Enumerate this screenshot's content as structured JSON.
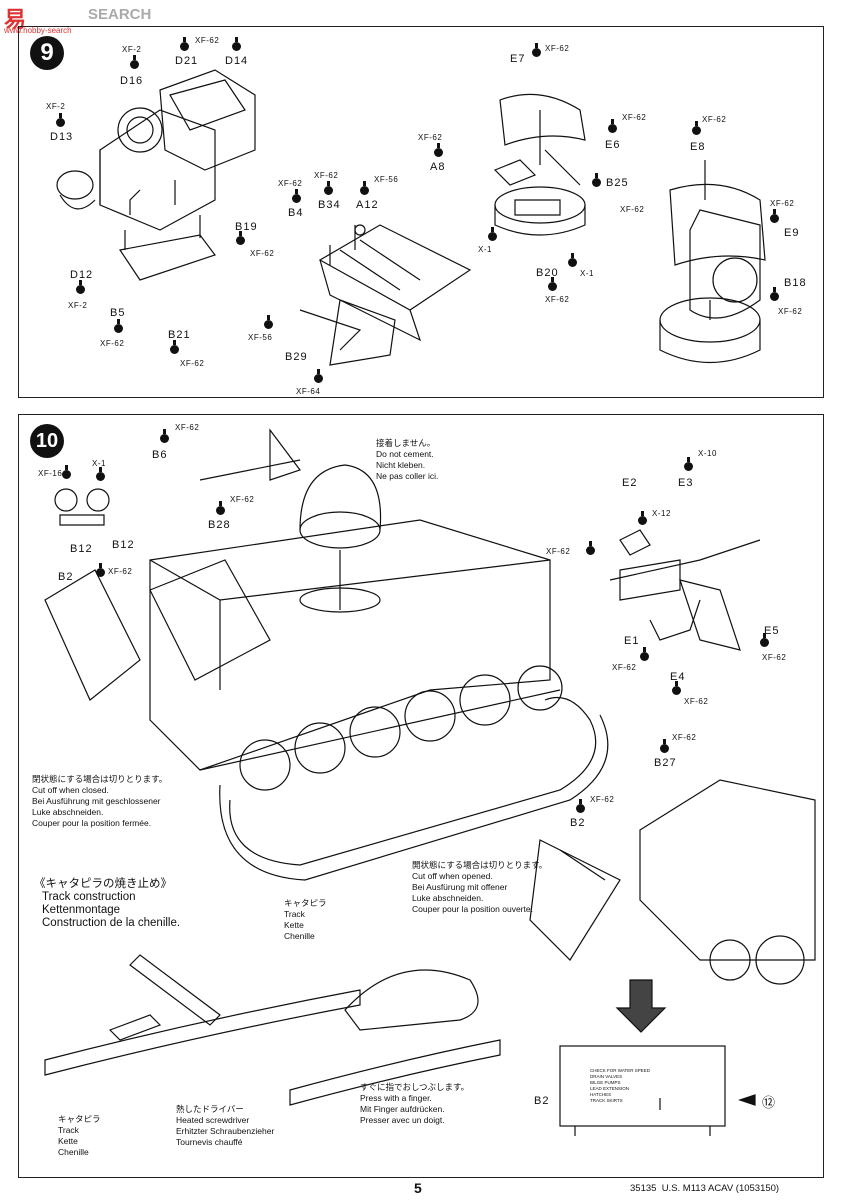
{
  "header": {
    "watermark_logo": "易",
    "watermark_domain": "www.hobby-search",
    "watermark_text": "SEARCH"
  },
  "step9": {
    "number": "9",
    "labels": [
      {
        "name": "D16",
        "paint": "XF-2"
      },
      {
        "name": "D21",
        "paint": "XF-62"
      },
      {
        "name": "D14",
        "paint": ""
      },
      {
        "name": "D13",
        "paint": "XF-2"
      },
      {
        "name": "B19",
        "paint": "XF-62"
      },
      {
        "name": "D12",
        "paint": "XF-2"
      },
      {
        "name": "B5",
        "paint": "XF-62"
      },
      {
        "name": "B21",
        "paint": "XF-62"
      },
      {
        "name": "B4",
        "paint": "XF-62"
      },
      {
        "name": "B34",
        "paint": "XF-62"
      },
      {
        "name": "A12",
        "paint": "XF-56"
      },
      {
        "name": "B29",
        "paint": "XF-64"
      },
      {
        "name": "E7",
        "paint": "XF-62"
      },
      {
        "name": "A8",
        "paint": "XF-62"
      },
      {
        "name": "E6",
        "paint": "XF-62"
      },
      {
        "name": "B25",
        "paint": "XF-62"
      },
      {
        "name": "B20",
        "paint": "XF-62"
      },
      {
        "name": "E8",
        "paint": "XF-62"
      },
      {
        "name": "E9",
        "paint": "XF-62"
      },
      {
        "name": "B18",
        "paint": "XF-62"
      }
    ],
    "extra_paint": [
      "XF-56",
      "X-1",
      "X-1"
    ]
  },
  "step10": {
    "number": "10",
    "do_not_cement": [
      "接着しません。",
      "Do not cement.",
      "Nicht kleben.",
      "Ne pas coller ici."
    ],
    "closed_note": [
      "閉状態にする場合は切りとります。",
      "Cut off when closed.",
      "Bei Ausführung mit geschlossener",
      "Luke abschneiden.",
      "Couper pour la position fermée."
    ],
    "opened_note": [
      "開状態にする場合は切りとります。",
      "Cut off when opened.",
      "Bei Ausfürung mit offener",
      "Luke abschneiden.",
      "Couper pour la position ouverte."
    ],
    "track_title": [
      "《キャタピラの焼き止め》",
      "Track construction",
      "Kettenmontage",
      "Construction de la chenille."
    ],
    "track_label": [
      "キャタピラ",
      "Track",
      "Kette",
      "Chenille"
    ],
    "screwdriver": [
      "熱したドライバー",
      "Heated screwdriver",
      "Erhitzter Schraubenzieher",
      "Tournevis chauffé"
    ],
    "finger": [
      "すぐに指でおしつぶします。",
      "Press with a finger.",
      "Mit Finger aufdrücken.",
      "Presser avec un doigt."
    ],
    "parts": {
      "B12a": "B12",
      "paint_xf16": "XF-16",
      "paint_x1": "X-1",
      "B6": "B6",
      "B6_paint": "XF-62",
      "B28": "B28",
      "B28_paint": "XF-62",
      "B12b": "B12",
      "B12b_paint": "XF-62",
      "B2": "B2",
      "E2": "E2",
      "E3": "E3",
      "E3_paint": "X-10",
      "E2_paint": "X-12",
      "gun_paint": "XF-62",
      "E1": "E1",
      "E1_paint": "XF-62",
      "E5": "E5",
      "E5_paint": "XF-62",
      "E4": "E4",
      "E4_paint": "XF-62",
      "B27": "B27",
      "B27_paint": "XF-62",
      "B2b": "B2",
      "B2b_paint": "XF-62",
      "B2c": "B2",
      "ref_step": "⑫"
    },
    "plate_text": [
      "CHECK FOR WATER SPEED",
      "DRAIN VALVES",
      "BILGE PUMPS",
      "LEAD EXTENSION",
      "HATCHES",
      "TRACK SKIRTS"
    ]
  },
  "footer": {
    "page_number": "5",
    "model_code": "35135  U.S. M113 ACAV (1053150)"
  }
}
